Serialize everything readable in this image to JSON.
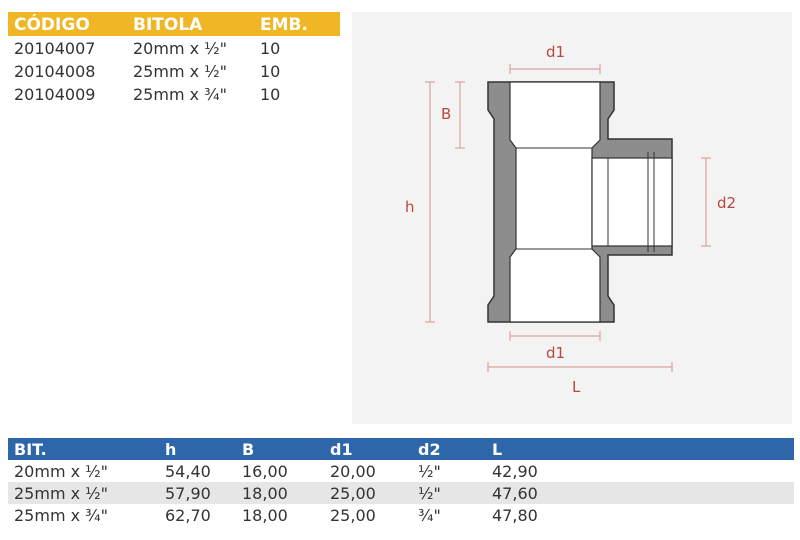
{
  "colors": {
    "header_yellow": "#f1b626",
    "header_blue": "#2e67a9",
    "dimension_red": "#b9473f"
  },
  "top_table": {
    "headers": [
      "CÓDIGO",
      "BITOLA",
      "EMB."
    ],
    "rows": [
      [
        "20104007",
        "20mm x ½\"",
        "10"
      ],
      [
        "20104008",
        "25mm x ½\"",
        "10"
      ],
      [
        "20104009",
        "25mm x ¾\"",
        "10"
      ]
    ]
  },
  "drawing": {
    "labels": {
      "d1_top": "d1",
      "b": "B",
      "h": "h",
      "d2": "d2",
      "d1_bottom": "d1",
      "l": "L"
    }
  },
  "bottom_table": {
    "headers": [
      "BIT.",
      "h",
      "B",
      "d1",
      "d2",
      "L"
    ],
    "rows": [
      [
        "20mm x ½\"",
        "54,40",
        "16,00",
        "20,00",
        "½\"",
        "42,90"
      ],
      [
        "25mm x ½\"",
        "57,90",
        "18,00",
        "25,00",
        "½\"",
        "47,60"
      ],
      [
        "25mm x ¾\"",
        "62,70",
        "18,00",
        "25,00",
        "¾\"",
        "47,80"
      ]
    ]
  }
}
